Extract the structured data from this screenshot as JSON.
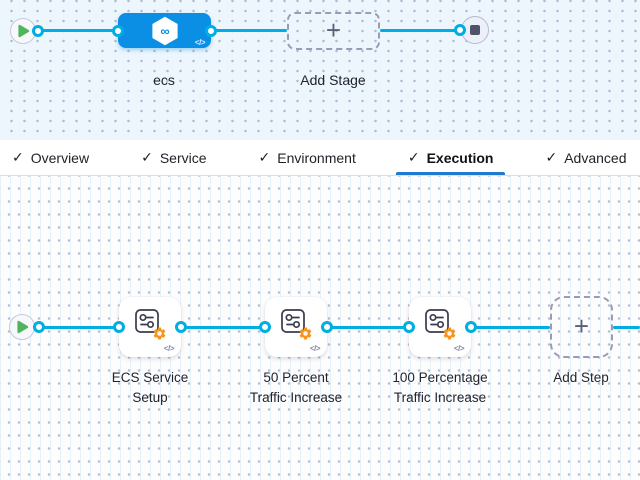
{
  "stage_canvas": {
    "stage_label": "ecs",
    "add_stage_label": "Add Stage",
    "plus_glyph": "+",
    "code_glyph": "</>",
    "infinity_glyph": "∞"
  },
  "tab_bar": {
    "check_glyph": "✓",
    "tabs": [
      {
        "label": "Overview",
        "checked": true,
        "active": false
      },
      {
        "label": "Service",
        "checked": true,
        "active": false
      },
      {
        "label": "Environment",
        "checked": true,
        "active": false
      },
      {
        "label": "Execution",
        "checked": true,
        "active": true
      },
      {
        "label": "Advanced",
        "checked": true,
        "active": false
      }
    ]
  },
  "execution_canvas": {
    "steps": [
      {
        "line1": "ECS Service",
        "line2": "Setup"
      },
      {
        "line1": "50 Percent",
        "line2": "Traffic Increase"
      },
      {
        "line1": "100 Percentage",
        "line2": "Traffic Increase"
      }
    ],
    "add_step_label": "Add Step",
    "plus_glyph": "+",
    "code_glyph": "</>"
  },
  "icons": {
    "start_node": "play-icon",
    "end_node": "stop-icon",
    "stage_type": "cd-hexagon-infinity-icon",
    "step_type": "sliders-config-icon",
    "step_badge": "orange-gear-icon",
    "yaml_toggle": "code-icon"
  },
  "colors": {
    "stage_node_blue": "#0b8fe5",
    "connector_blue": "#00ade4",
    "tab_underline_blue": "#2079ce",
    "play_green": "#4fb55b",
    "gear_orange": "#f7941e",
    "stop_gray": "#50526a",
    "canvas_top_bg": "#edf6fc",
    "canvas_bottom_bg": "#fdfdfe"
  }
}
